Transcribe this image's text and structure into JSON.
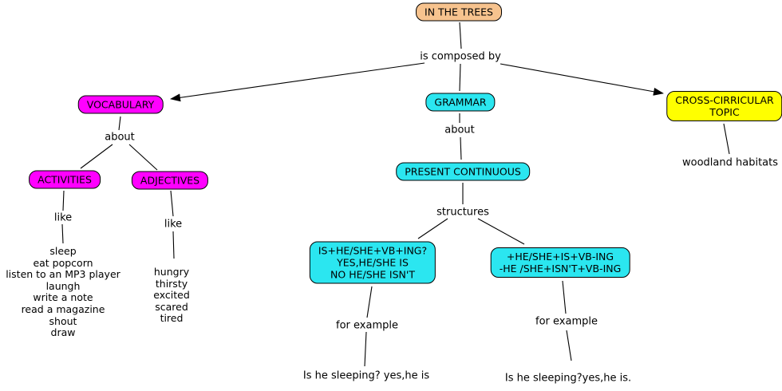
{
  "title": "IN THE TREES concept map",
  "colors": {
    "root_fill": "#f7c38e",
    "vocab_fill": "#ff00ff",
    "grammar_fill": "#2be6f0",
    "topic_fill": "#ffff00",
    "line_color": "#000000"
  },
  "nodes": {
    "root": {
      "label": "IN THE TREES"
    },
    "vocabulary": {
      "label": "VOCABULARY"
    },
    "grammar": {
      "label": "GRAMMAR"
    },
    "cross_topic": {
      "lines": [
        "CROSS-CIRRICULAR",
        "TOPIC"
      ]
    },
    "activities": {
      "label": "ACTIVITIES"
    },
    "adjectives": {
      "label": "ADJECTIVES"
    },
    "present_continuous": {
      "label": "PRESENT CONTINUOUS"
    },
    "structure_question": {
      "lines": [
        "IS+HE/SHE+VB+ING?",
        "YES,HE/SHE IS",
        "NO HE/SHE ISN'T"
      ]
    },
    "structure_statement": {
      "lines": [
        "+HE/SHE+IS+VB-ING",
        "-HE /SHE+ISN'T+VB-ING"
      ]
    }
  },
  "link_labels": {
    "is_composed_by": "is composed by",
    "about_vocabulary": "about",
    "about_grammar": "about",
    "like_activities": "like",
    "like_adjectives": "like",
    "structures": "structures",
    "for_example_left": "for example",
    "for_example_right": "for example"
  },
  "leaves": {
    "activities_examples": [
      "sleep",
      "eat popcorn",
      "listen to an MP3 player",
      "laungh",
      "write a note",
      "read a magazine",
      "shout",
      "draw"
    ],
    "adjectives_examples": [
      "hungry",
      "thirsty",
      "excited",
      "scared",
      "tired"
    ],
    "example_question": "Is he sleeping? yes,he is",
    "example_statement": "Is he sleeping?yes,he is.",
    "woodland": "woodland habitats"
  }
}
